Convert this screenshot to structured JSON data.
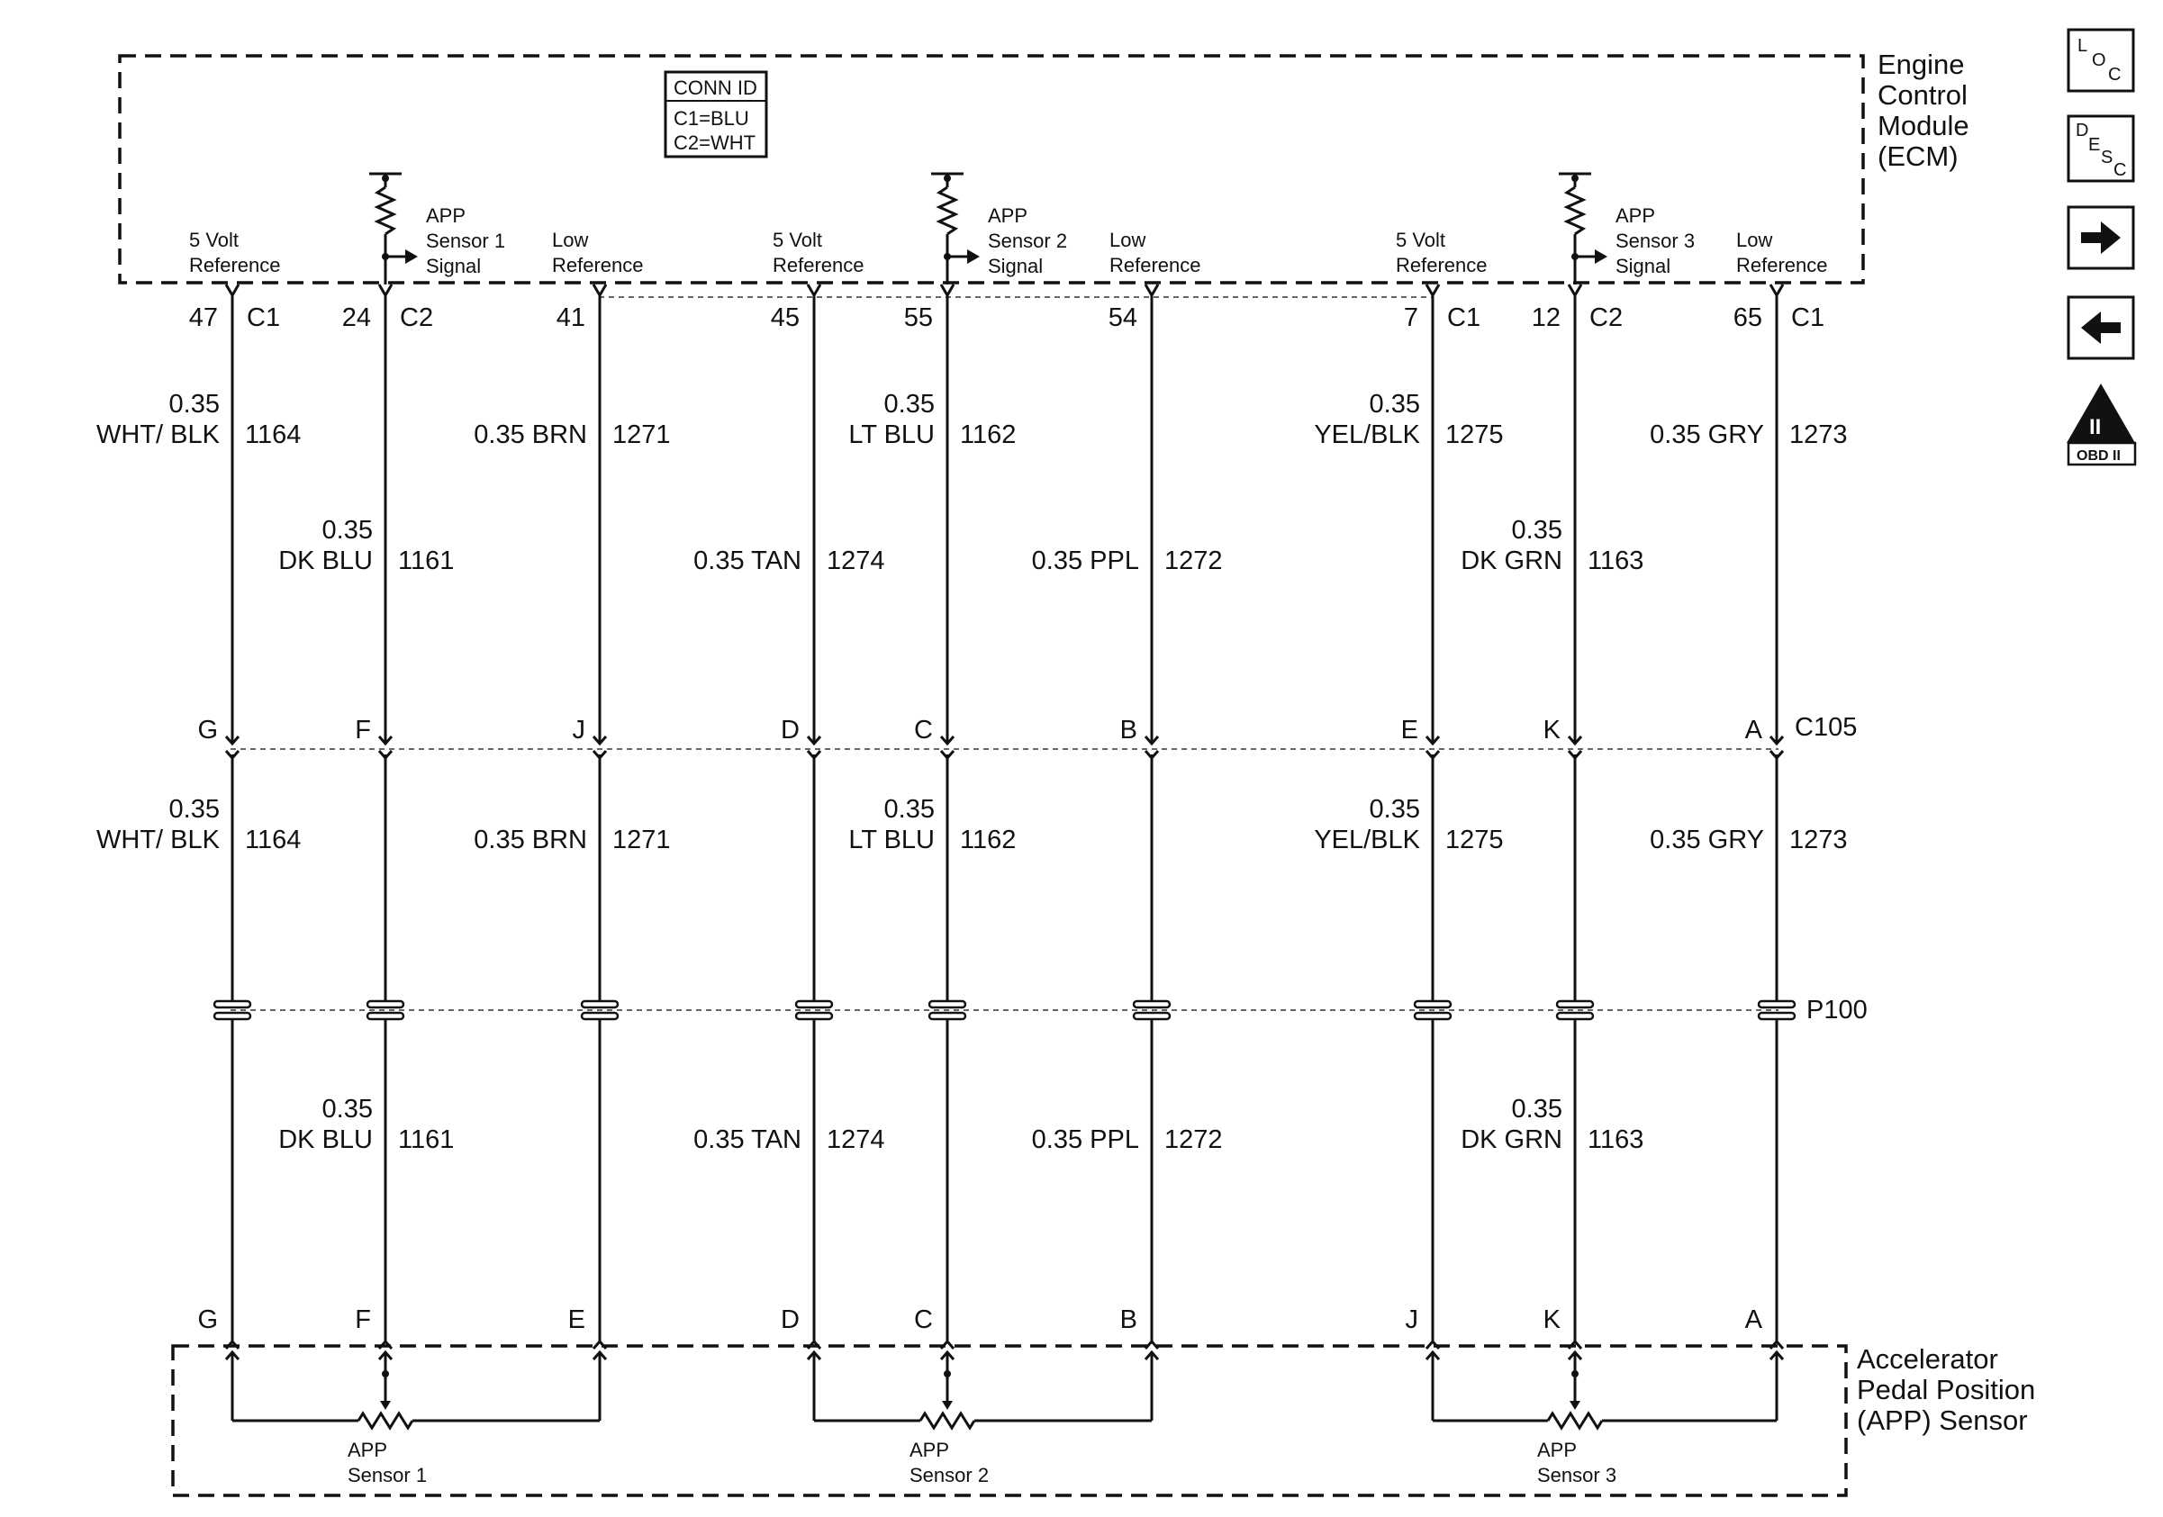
{
  "ecm": {
    "title_lines": [
      "Engine",
      "Control",
      "Module",
      "(ECM)"
    ],
    "conn_id": [
      "CONN ID",
      "C1=BLU",
      "C2=WHT"
    ]
  },
  "sensor_module": {
    "title_lines": [
      "Accelerator",
      "Pedal Position",
      "(APP) Sensor"
    ]
  },
  "connectors": {
    "c105": "C105",
    "p100": "P100"
  },
  "pins": [
    {
      "ecm_pin": "47",
      "conn": "C1",
      "ecm_label": [
        "5 Volt",
        "Reference"
      ],
      "upper_wire": [
        "0.35",
        "WHT/ BLK",
        "1164"
      ],
      "c105_pin": "G",
      "lower_wire": [
        "0.35",
        "WHT/ BLK",
        "1164"
      ],
      "sensor_pin": "G"
    },
    {
      "ecm_pin": "24",
      "conn": "C2",
      "ecm_label": [
        "APP",
        "Sensor 1",
        "Signal"
      ],
      "upper_wire": [
        "0.35",
        "DK BLU",
        "1161"
      ],
      "c105_pin": "F",
      "lower_wire": [
        "0.35",
        "DK BLU",
        "1161"
      ],
      "sensor_pin": "F"
    },
    {
      "ecm_pin": "41",
      "conn": "",
      "ecm_label": [
        "Low",
        "Reference"
      ],
      "upper_wire": [
        "",
        "0.35 BRN",
        "1271"
      ],
      "c105_pin": "J",
      "lower_wire": [
        "",
        "0.35 BRN",
        "1271"
      ],
      "sensor_pin": "E"
    },
    {
      "ecm_pin": "45",
      "conn": "",
      "ecm_label": [
        "5 Volt",
        "Reference"
      ],
      "upper_wire": [
        "",
        "0.35 TAN",
        "1274"
      ],
      "c105_pin": "D",
      "lower_wire": [
        "",
        "0.35 TAN",
        "1274"
      ],
      "sensor_pin": "D"
    },
    {
      "ecm_pin": "55",
      "conn": "",
      "ecm_label": [
        "APP",
        "Sensor 2",
        "Signal"
      ],
      "upper_wire": [
        "0.35",
        "LT BLU",
        "1162"
      ],
      "c105_pin": "C",
      "lower_wire": [
        "0.35",
        "LT BLU",
        "1162"
      ],
      "sensor_pin": "C"
    },
    {
      "ecm_pin": "54",
      "conn": "",
      "ecm_label": [
        "Low",
        "Reference"
      ],
      "upper_wire": [
        "",
        "0.35 PPL",
        "1272"
      ],
      "c105_pin": "B",
      "lower_wire": [
        "",
        "0.35 PPL",
        "1272"
      ],
      "sensor_pin": "B"
    },
    {
      "ecm_pin": "7",
      "conn": "C1",
      "ecm_label": [
        "5 Volt",
        "Reference"
      ],
      "upper_wire": [
        "0.35",
        "YEL/BLK",
        "1275"
      ],
      "c105_pin": "E",
      "lower_wire": [
        "0.35",
        "YEL/BLK",
        "1275"
      ],
      "sensor_pin": "J"
    },
    {
      "ecm_pin": "12",
      "conn": "C2",
      "ecm_label": [
        "APP",
        "Sensor 3",
        "Signal"
      ],
      "upper_wire": [
        "0.35",
        "DK GRN",
        "1163"
      ],
      "c105_pin": "K",
      "lower_wire": [
        "0.35",
        "DK GRN",
        "1163"
      ],
      "sensor_pin": "K"
    },
    {
      "ecm_pin": "65",
      "conn": "C1",
      "ecm_label": [
        "Low",
        "Reference"
      ],
      "upper_wire": [
        "",
        "0.35 GRY",
        "1273"
      ],
      "c105_pin": "A",
      "lower_wire": [
        "",
        "0.35 GRY",
        "1273"
      ],
      "sensor_pin": "A"
    }
  ],
  "sensors": [
    {
      "label": [
        "APP",
        "Sensor 1"
      ]
    },
    {
      "label": [
        "APP",
        "Sensor 2"
      ]
    },
    {
      "label": [
        "APP",
        "Sensor 3"
      ]
    }
  ],
  "nav_icons": [
    {
      "name": "loc-icon",
      "text": [
        "L",
        "O",
        "C"
      ]
    },
    {
      "name": "desc-icon",
      "text": [
        "D",
        "E",
        "S",
        "C"
      ]
    },
    {
      "name": "arrow-right-icon"
    },
    {
      "name": "arrow-left-icon"
    },
    {
      "name": "obd-ii-icon",
      "text": [
        "II",
        "OBD II"
      ]
    }
  ]
}
